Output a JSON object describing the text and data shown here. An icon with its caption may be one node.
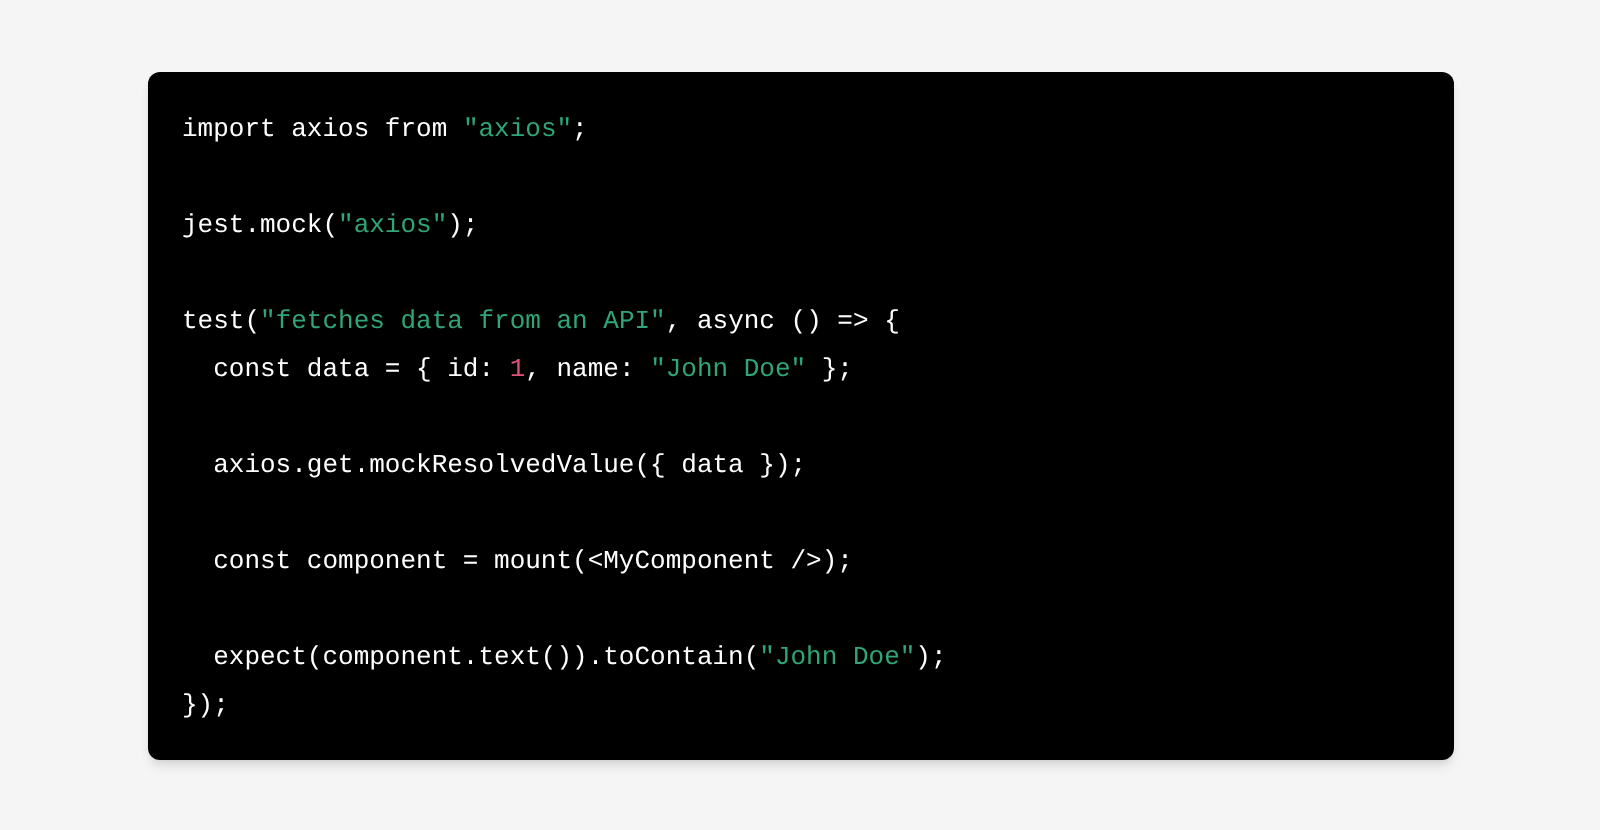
{
  "diagram": {
    "labels": [
      "import axios from \"axios\";",
      "jest.mock(\"axios\");",
      "test(\"fetches data from an API\", async () => {",
      "  const data = { id: 1, name: \"John Doe\" };",
      "  axios.get.mockResolvedValue({ data });",
      "  const component = mount(<MyComponent />);",
      "  expect(component.text()).toContain(\"John Doe\");",
      "});"
    ]
  }
}
